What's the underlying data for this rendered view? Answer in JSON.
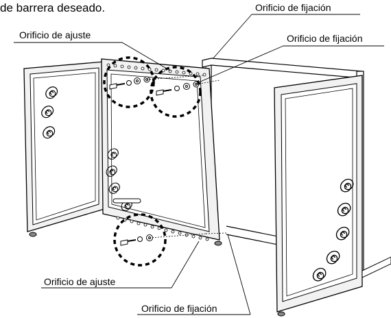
{
  "header": {
    "text": "de barrera deseado."
  },
  "callouts": {
    "top_adjust": "Orificio de ajuste",
    "top_fix_1": "Orificio de fijación",
    "top_fix_2": "Orificio de fijación",
    "bottom_adjust": "Orificio de ajuste",
    "bottom_fix": "Orificio de fijación"
  },
  "colors": {
    "line": "#000000",
    "panel_fill": "#ffffff",
    "frame_fill": "#f2f2f2",
    "shade": "#d9d9d9"
  }
}
